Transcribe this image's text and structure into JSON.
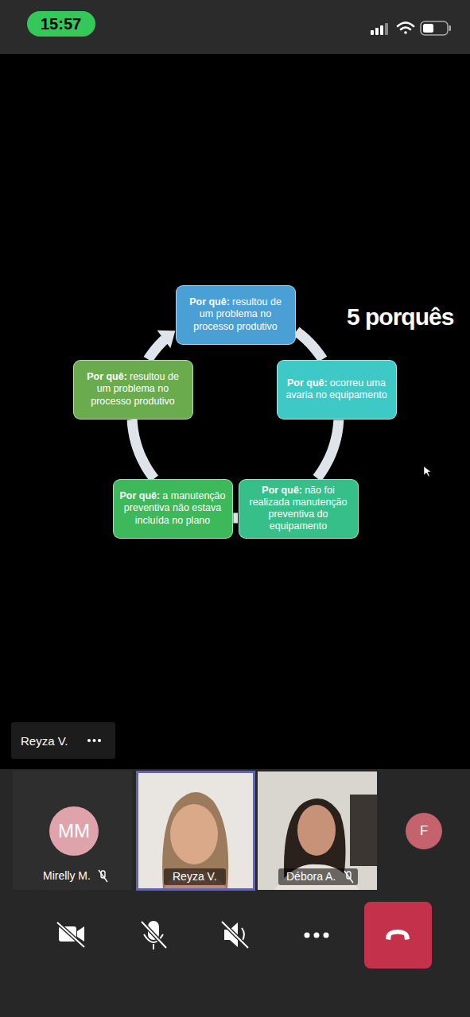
{
  "diagram": {
    "title": "5 porquês",
    "nodes": [
      {
        "text": [
          "Por quê:",
          "resultou de um problema no processo produtivo"
        ]
      },
      {
        "text": [
          "Por quê:",
          "ocorreu uma avaria no equipamento"
        ]
      },
      {
        "text": [
          "Por quê:",
          "não foi realizada manutenção preventiva do equipamento"
        ]
      },
      {
        "text": [
          "Por quê:",
          "a manutenção preventiva não estava incluída no plano"
        ]
      },
      {
        "text": [
          "Por quê:",
          "resultou de um problema no processo produtivo"
        ]
      }
    ],
    "edges": [
      {
        "from": 0,
        "to": 1,
        "arrow": "none"
      },
      {
        "from": 1,
        "to": 2,
        "arrow": "none"
      },
      {
        "from": 2,
        "to": 3,
        "arrow": "none"
      },
      {
        "from": 3,
        "to": 4,
        "arrow": "none"
      },
      {
        "from": 4,
        "to": 0,
        "arrow": "to"
      }
    ],
    "labels": [
      "15:57",
      "Reyza V.",
      "MM",
      "Mirelly M.",
      "Reyza V.",
      "Débora A.",
      "F"
    ]
  }
}
